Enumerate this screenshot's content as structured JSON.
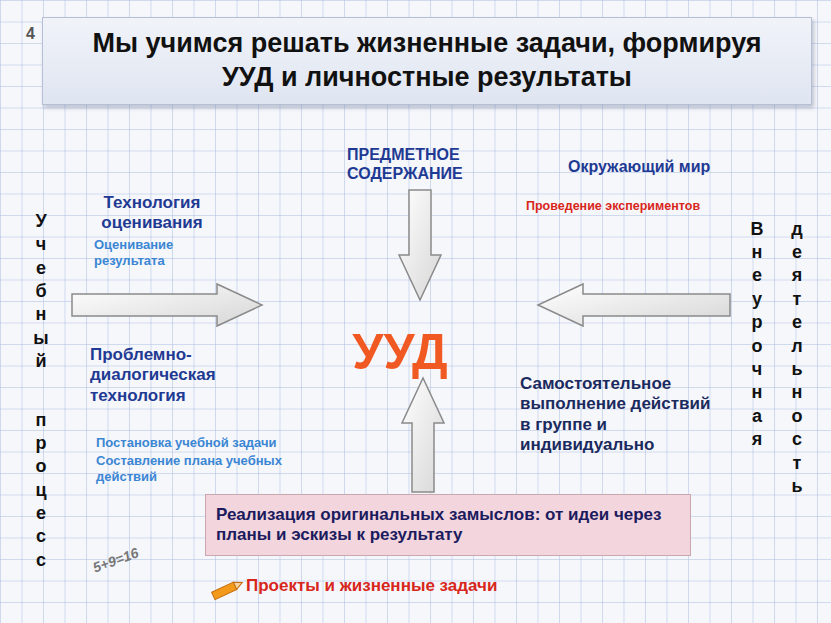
{
  "diagram": {
    "title": "Мы учимся решать жизненные задачи, формируя УУД и личностные результаты",
    "nodes": [
      {
        "text": [
          "ПРЕДМЕТНОЕ СОДЕРЖАНИЕ"
        ]
      },
      {
        "text": [
          "Учебный процесс"
        ]
      },
      {
        "text": [
          "УУД"
        ]
      },
      {
        "text": [
          "Внеурочная деятельность"
        ]
      },
      {
        "text": [
          "Реализация оригинальных замыслов: от идеи через планы и эскизы к результату"
        ]
      }
    ],
    "edges": [
      {
        "from": 1,
        "to": 2,
        "arrow": "to"
      },
      {
        "from": 0,
        "to": 2,
        "arrow": "to"
      },
      {
        "from": 3,
        "to": 2,
        "arrow": "to"
      },
      {
        "from": 4,
        "to": 2,
        "arrow": "to"
      }
    ],
    "labels": [
      "4",
      "Технология оценивания",
      "Оценивание результата",
      "Окружающий мир",
      "Проведение экспериментов",
      "Проблемно-диалогическая технология",
      "Постановка учебной задачи",
      "Составление плана учебных действий",
      "Самостоятельное выполнение действий в группе и индивидуально",
      "5+9=16",
      "Проекты и жизненные задачи"
    ]
  }
}
